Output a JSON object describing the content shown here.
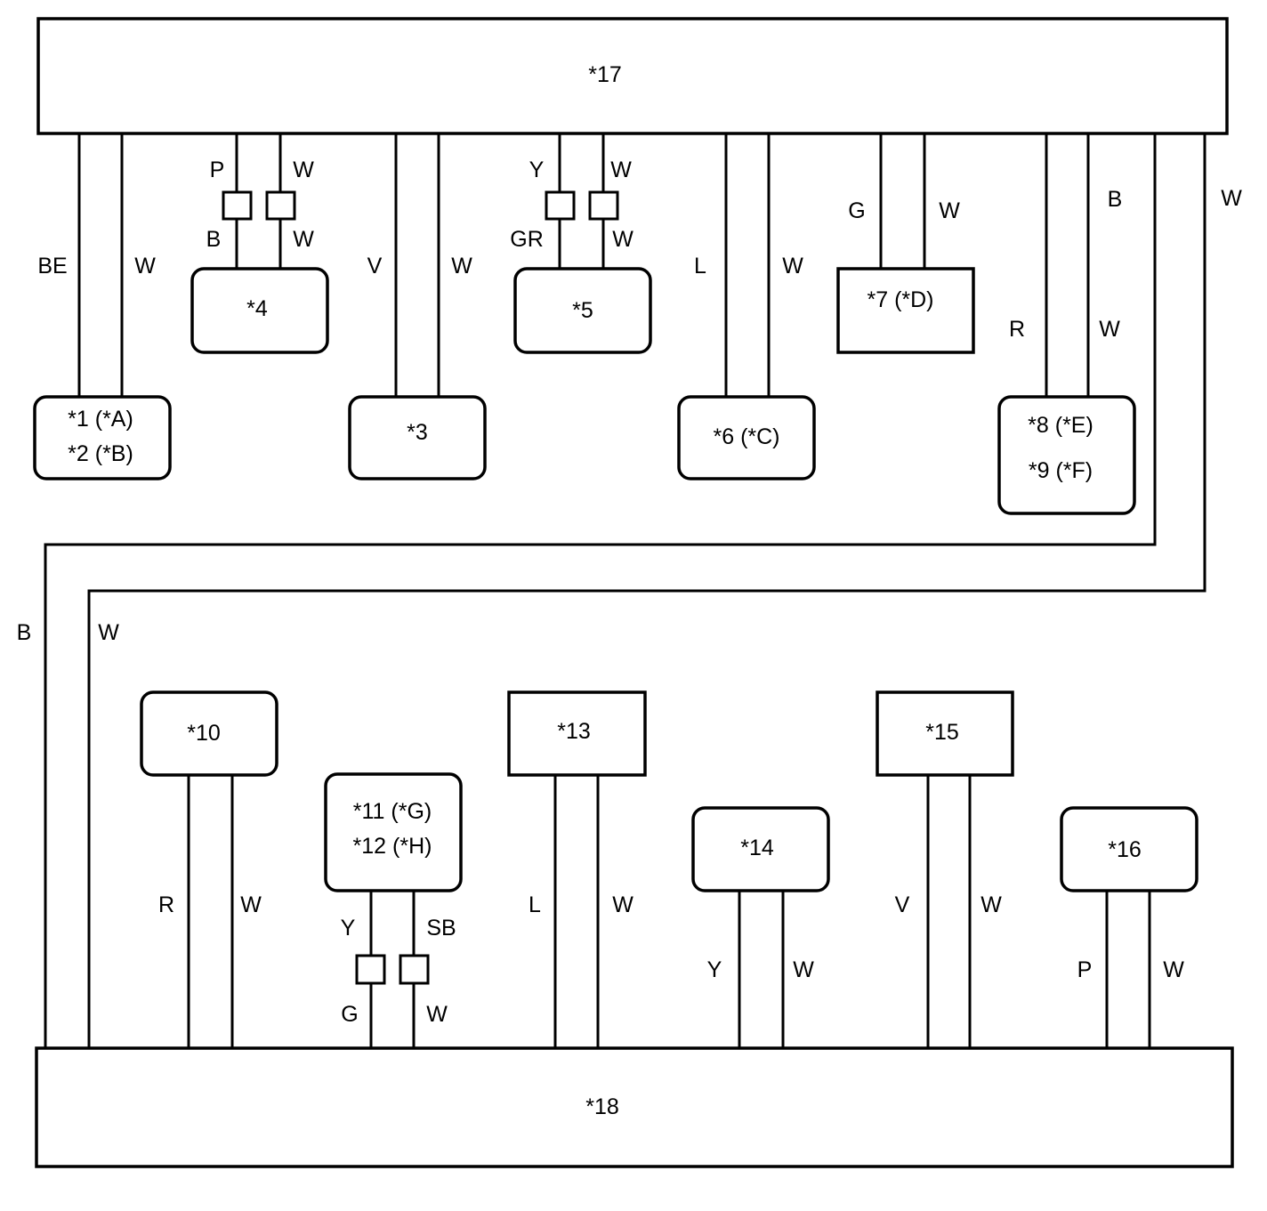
{
  "components": {
    "c17": "*17",
    "c18": "*18",
    "c1": [
      "*1 (*A)",
      "*2 (*B)"
    ],
    "c3": "*3",
    "c4": "*4",
    "c5": "*5",
    "c6": "*6 (*C)",
    "c7": "*7 (*D)",
    "c8": [
      "*8 (*E)",
      "*9 (*F)"
    ],
    "c10": "*10",
    "c11": [
      "*11 (*G)",
      "*12 (*H)"
    ],
    "c13": "*13",
    "c14": "*14",
    "c15": "*15",
    "c16": "*16"
  },
  "wires": {
    "w1a": "BE",
    "w1b": "W",
    "w4a_top": "P",
    "w4b_top": "W",
    "w4a_bot": "B",
    "w4b_bot": "W",
    "w3a": "V",
    "w3b": "W",
    "w5a_top": "Y",
    "w5b_top": "W",
    "w5a_bot": "GR",
    "w5b_bot": "W",
    "w6a": "L",
    "w6b": "W",
    "w7a": "G",
    "w7b": "W",
    "w8a": "R",
    "w8b": "W",
    "w_loop_b_top": "B",
    "w_loop_w_top": "W",
    "w_loop_b_left": "B",
    "w_loop_w_left": "W",
    "w10a": "R",
    "w10b": "W",
    "w11a_top": "Y",
    "w11b_top": "SB",
    "w11a_bot": "G",
    "w11b_bot": "W",
    "w13a": "L",
    "w13b": "W",
    "w14a": "Y",
    "w14b": "W",
    "w15a": "V",
    "w15b": "W",
    "w16a": "P",
    "w16b": "W"
  }
}
